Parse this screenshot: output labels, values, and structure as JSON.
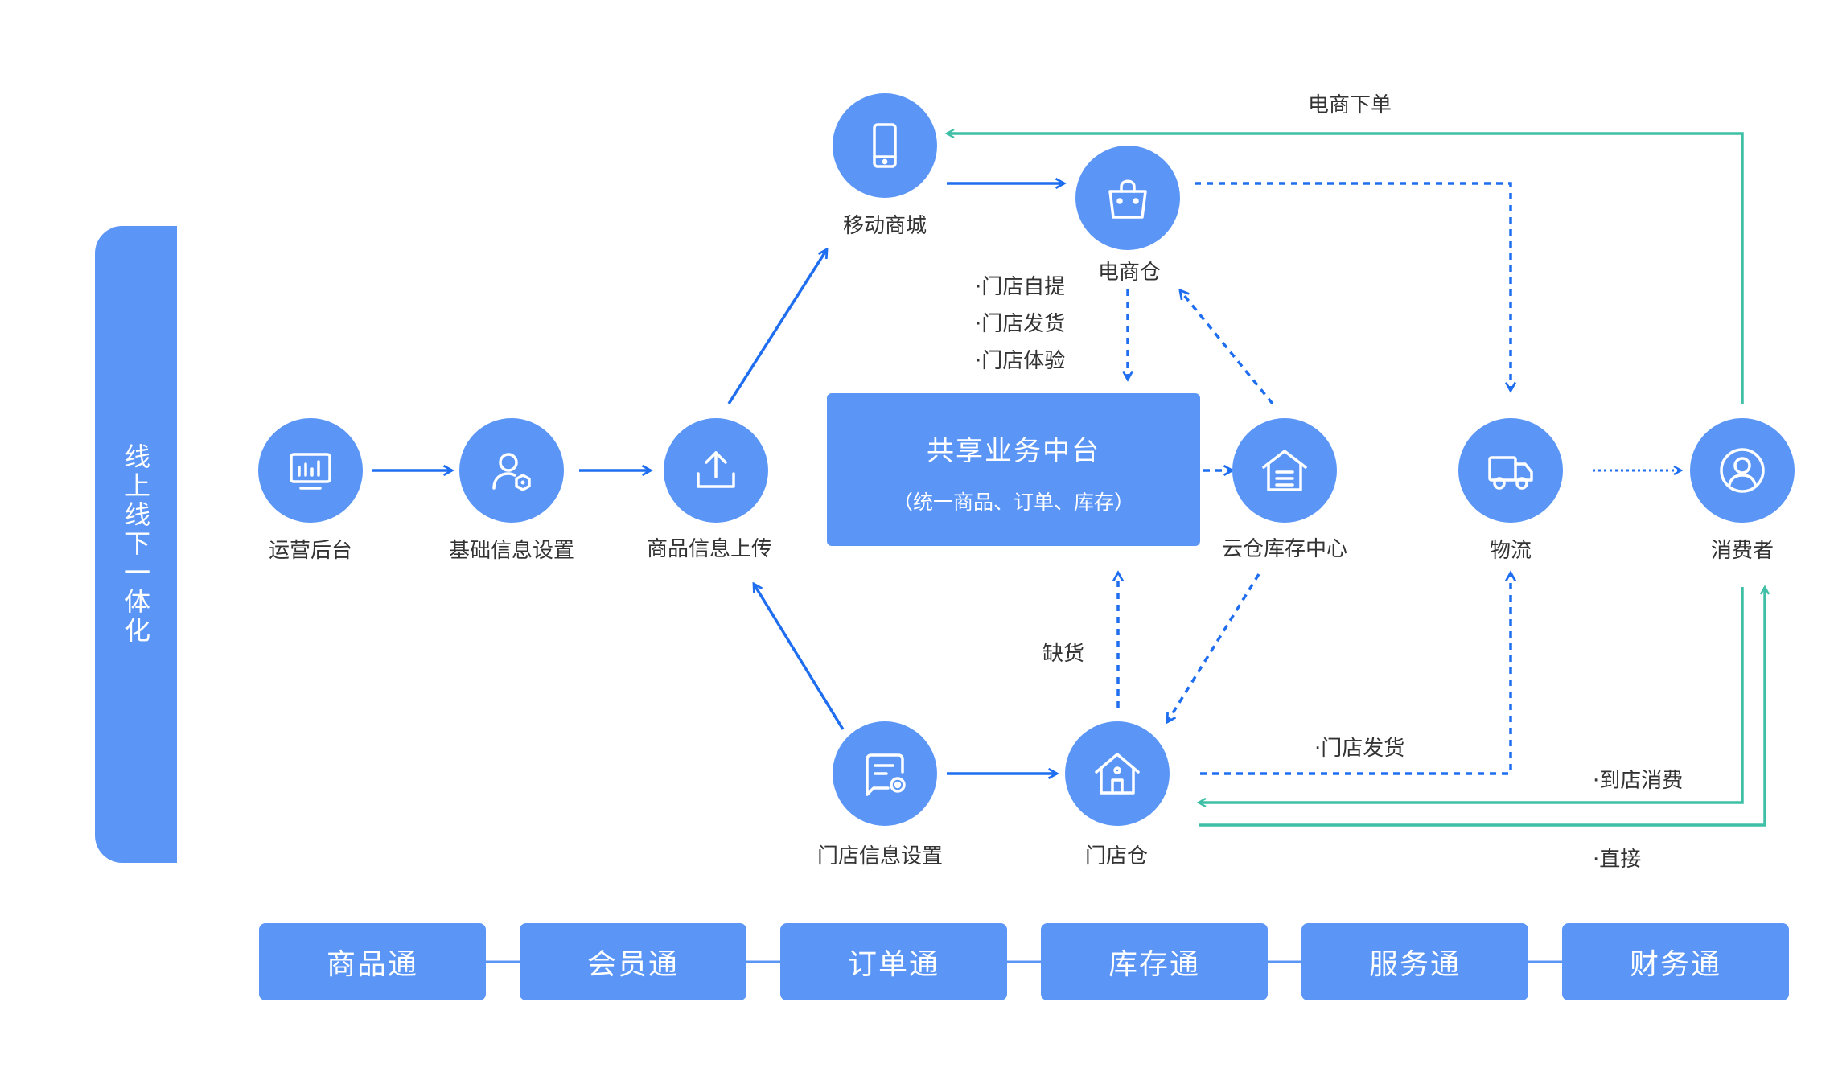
{
  "side_label": "线上线下一体化",
  "nodes": {
    "ops_backend": "运营后台",
    "base_info": "基础信息设置",
    "product_upload": "商品信息上传",
    "mobile_mall": "移动商城",
    "ecom_warehouse": "电商仓",
    "cloud_inventory": "云仓库存中心",
    "logistics": "物流",
    "consumer": "消费者",
    "store_info": "门店信息设置",
    "store_warehouse": "门店仓"
  },
  "center": {
    "title": "共享业务中台",
    "subtitle": "（统一商品、订单、库存）"
  },
  "notes": {
    "store_pickup": "·门店自提",
    "store_ship": "·门店发货",
    "store_experience": "·门店体验",
    "ecom_order": "电商下单",
    "out_of_stock": "缺货",
    "store_ship_2": "·门店发货",
    "in_store": "·到店消费",
    "direct": "·直接"
  },
  "modules": [
    "商品通",
    "会员通",
    "订单通",
    "库存通",
    "服务通",
    "财务通"
  ],
  "colors": {
    "primary": "#5b96f7",
    "arrow_blue": "#1f6ef0",
    "arrow_teal": "#3fbfa5"
  }
}
